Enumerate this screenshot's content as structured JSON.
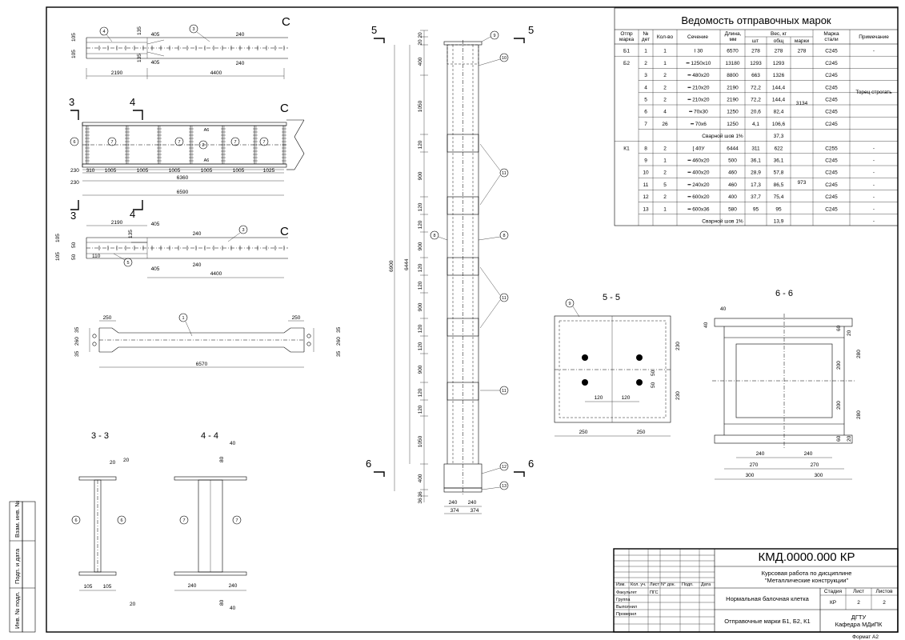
{
  "schedule": {
    "title": "Ведомость отправочных марок",
    "headers": {
      "mark": "Отпр марка",
      "part": "№ дет",
      "qty": "Кол-во",
      "section": "Сечение",
      "length": "Длина, мм",
      "weight": "Вес, кг",
      "w_pc": "шт",
      "w_total": "общ",
      "w_mark": "марки",
      "steel": "Марка стали",
      "note": "Примечание"
    },
    "rows": [
      {
        "mark": "Б1",
        "part": "1",
        "qty": "1",
        "section": "I 30",
        "length": "6570",
        "w_pc": "278",
        "w_total": "278",
        "w_mark": "278",
        "steel": "С245",
        "note": "-"
      },
      {
        "mark": "Б2",
        "part": "2",
        "qty": "1",
        "section": "━ 1250x10",
        "length": "13180",
        "w_pc": "1293",
        "w_total": "1293",
        "w_mark": "",
        "steel": "С245",
        "note": ""
      },
      {
        "mark": "",
        "part": "3",
        "qty": "2",
        "section": "━ 480x20",
        "length": "8800",
        "w_pc": "663",
        "w_total": "1326",
        "w_mark": "",
        "steel": "С245",
        "note": ""
      },
      {
        "mark": "",
        "part": "4",
        "qty": "2",
        "section": "━ 210x20",
        "length": "2190",
        "w_pc": "72,2",
        "w_total": "144,4",
        "w_mark": "",
        "steel": "С245",
        "note": ""
      },
      {
        "mark": "",
        "part": "5",
        "qty": "2",
        "section": "━ 210x20",
        "length": "2190",
        "w_pc": "72,2",
        "w_total": "144,4",
        "w_mark": "",
        "steel": "С245",
        "note": ""
      },
      {
        "mark": "",
        "part": "6",
        "qty": "4",
        "section": "━ 70x30",
        "length": "1250",
        "w_pc": "20,6",
        "w_total": "82,4",
        "w_mark": "",
        "steel": "С245",
        "note": ""
      },
      {
        "mark": "",
        "part": "7",
        "qty": "26",
        "section": "━ 70x6",
        "length": "1250",
        "w_pc": "4,1",
        "w_total": "106,6",
        "w_mark": "",
        "steel": "С245",
        "note": ""
      },
      {
        "mark": "",
        "part": "",
        "qty": "",
        "section": "Сварной шов 1%",
        "length": "",
        "w_pc": "",
        "w_total": "37,3",
        "w_mark": "",
        "steel": "",
        "note": ""
      },
      {
        "mark": "К1",
        "part": "8",
        "qty": "2",
        "section": "[ 40У",
        "length": "6444",
        "w_pc": "311",
        "w_total": "622",
        "w_mark": "",
        "steel": "С255",
        "note": "-"
      },
      {
        "mark": "",
        "part": "9",
        "qty": "1",
        "section": "━ 460x20",
        "length": "500",
        "w_pc": "36,1",
        "w_total": "36,1",
        "w_mark": "",
        "steel": "С245",
        "note": "-"
      },
      {
        "mark": "",
        "part": "10",
        "qty": "2",
        "section": "━ 400x20",
        "length": "460",
        "w_pc": "28,9",
        "w_total": "57,8",
        "w_mark": "",
        "steel": "С245",
        "note": "-"
      },
      {
        "mark": "",
        "part": "11",
        "qty": "5",
        "section": "━ 240x20",
        "length": "460",
        "w_pc": "17,3",
        "w_total": "86,5",
        "w_mark": "",
        "steel": "С245",
        "note": "-"
      },
      {
        "mark": "",
        "part": "12",
        "qty": "2",
        "section": "━ 600x20",
        "length": "400",
        "w_pc": "37,7",
        "w_total": "75,4",
        "w_mark": "",
        "steel": "С245",
        "note": "-"
      },
      {
        "mark": "",
        "part": "13",
        "qty": "1",
        "section": "━ 600x36",
        "length": "580",
        "w_pc": "95",
        "w_total": "95",
        "w_mark": "",
        "steel": "С245",
        "note": "-"
      },
      {
        "mark": "",
        "part": "",
        "qty": "",
        "section": "Сварной шов 1%",
        "length": "",
        "w_pc": "",
        "w_total": "13,9",
        "w_mark": "",
        "steel": "",
        "note": "-"
      }
    ],
    "b2_mark_weight": "3134",
    "b2_note": "Торец строгать",
    "k1_mark_weight": "973"
  },
  "title_block": {
    "code": "КМД.0000.000 КР",
    "course_line1": "Курсовая работа по дисциплине",
    "course_line2": "\"Металлические конструкции\"",
    "col_izm": "Изм.",
    "col_kol": "Кол. уч.",
    "col_list": "Лист",
    "col_doc": "N° док.",
    "col_podp": "Подп.",
    "col_data": "Дата",
    "faculty_label": "Факультет",
    "faculty_value": "ПГС",
    "group_label": "Группа",
    "done_label": "Выполнил",
    "checked_label": "Проверил",
    "project_name": "Нормальная балочная клетка",
    "stage_label": "Стадия",
    "sheet_label": "Лист",
    "sheets_label": "Листов",
    "stage_value": "КР",
    "sheet_value": "2",
    "sheets_value": "2",
    "drawing_name": "Отправочные марки Б1, Б2, К1",
    "org_line1": "ДГТУ",
    "org_line2": "Кафедра МДиПК",
    "format": "Формат А2"
  },
  "side_stamp": {
    "inv_zam": "Взам. инв. №",
    "podp_data": "Подп. и дата",
    "inv_podl": "Инв. № подл."
  },
  "sections": {
    "s33": "3 - 3",
    "s44": "4 - 4",
    "s55": "5 - 5",
    "s66": "6 - 6",
    "c3": "3",
    "c4": "4",
    "c5": "5",
    "c6": "6",
    "cC": "C"
  },
  "dims": {
    "d2190": "2190",
    "d4400": "4400",
    "d405": "405",
    "d240": "240",
    "d135": "135",
    "d105": "105",
    "d310": "310",
    "d1005": "1005",
    "d1025": "1025",
    "d230": "230",
    "d6360": "6360",
    "d6590": "6590",
    "d50": "50",
    "d110": "110",
    "d250": "250",
    "d260": "260",
    "d35": "35",
    "d6570": "6570",
    "d20": "20",
    "d400": "400",
    "d1050": "1050",
    "d120": "120",
    "d900": "900",
    "d6900": "6900",
    "d6444": "6444",
    "d36": "36",
    "d374": "374",
    "d80": "80",
    "d40": "40",
    "d60": "60",
    "d280": "280",
    "d200": "200",
    "d270": "270",
    "d300": "300",
    "a6": "А6"
  },
  "marks": [
    "1",
    "2",
    "3",
    "4",
    "5",
    "6",
    "7",
    "8",
    "9",
    "10",
    "11",
    "12",
    "13"
  ]
}
